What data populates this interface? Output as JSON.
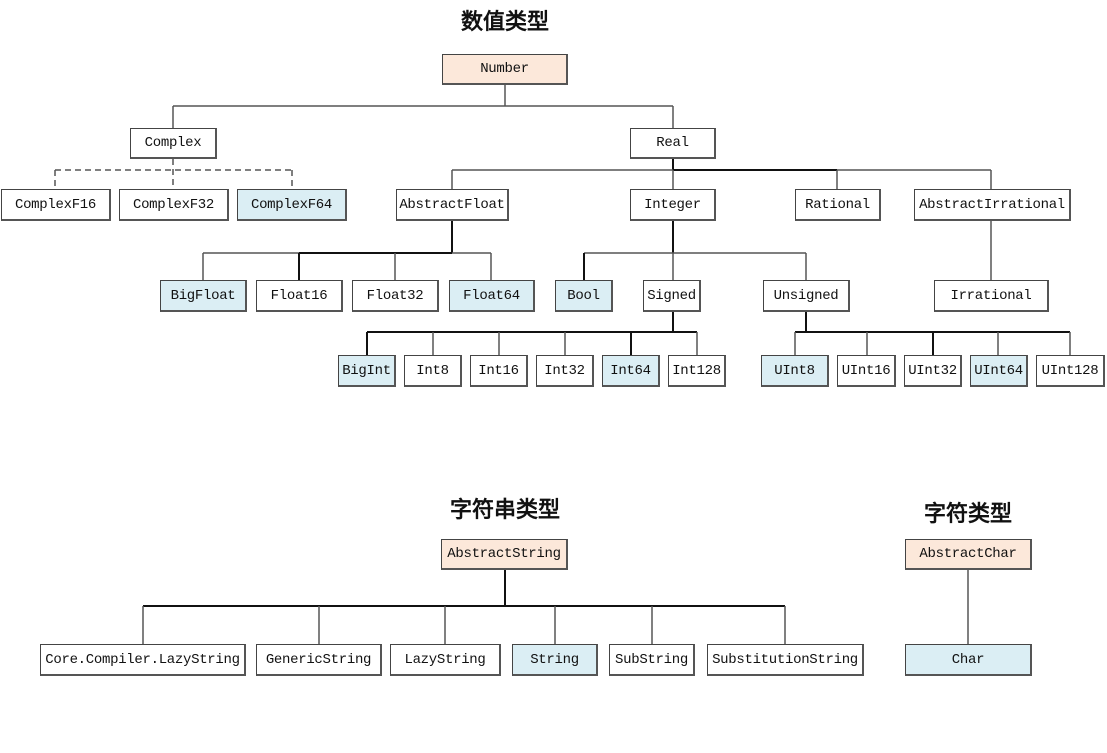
{
  "sections": {
    "numeric": {
      "title": "数值类型"
    },
    "string": {
      "title": "字符串类型"
    },
    "char": {
      "title": "字符类型"
    }
  },
  "colors": {
    "abstract_root": "#fce8da",
    "concrete": "#dbeef4",
    "abstract": "#ffffff"
  },
  "nodes": {
    "number": "Number",
    "complex": "Complex",
    "real": "Real",
    "complexf16": "ComplexF16",
    "complexf32": "ComplexF32",
    "complexf64": "ComplexF64",
    "abstractfloat": "AbstractFloat",
    "integer": "Integer",
    "rational": "Rational",
    "abstractirrational": "AbstractIrrational",
    "bigfloat": "BigFloat",
    "float16": "Float16",
    "float32": "Float32",
    "float64": "Float64",
    "bool": "Bool",
    "signed": "Signed",
    "unsigned": "Unsigned",
    "irrational": "Irrational",
    "bigint": "BigInt",
    "int8": "Int8",
    "int16": "Int16",
    "int32": "Int32",
    "int64": "Int64",
    "int128": "Int128",
    "uint8": "UInt8",
    "uint16": "UInt16",
    "uint32": "UInt32",
    "uint64": "UInt64",
    "uint128": "UInt128",
    "abstractstring": "AbstractString",
    "lazystring_core": "Core.Compiler.LazyString",
    "genericstring": "GenericString",
    "lazystring": "LazyString",
    "string": "String",
    "substring": "SubString",
    "substitutionstring": "SubstitutionString",
    "abstractchar": "AbstractChar",
    "char": "Char"
  }
}
